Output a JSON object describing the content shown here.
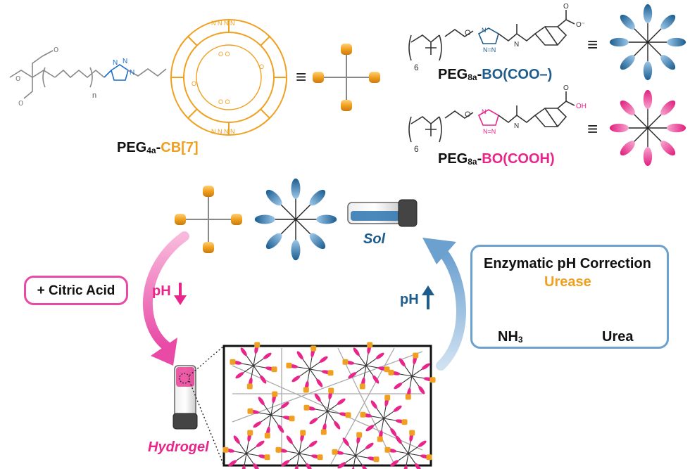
{
  "molecules": {
    "peg4a": {
      "name_prefix": "PEG",
      "name_sub": "4a",
      "name_dash": "-",
      "name_suffix": "CB[7]",
      "repeat_label": "n"
    },
    "peg8a_coo": {
      "name_prefix": "PEG",
      "name_sub": "8a",
      "name_dash": "-",
      "name_suffix": "BO(COO–)",
      "repeat_label": "6"
    },
    "peg8a_cooh": {
      "name_prefix": "PEG",
      "name_sub": "8a",
      "name_dash": "-",
      "name_suffix": "BO(COOH)",
      "repeat_label": "6"
    }
  },
  "symbols": {
    "equivalent": "≡"
  },
  "states": {
    "sol": "Sol",
    "hydrogel": "Hydrogel"
  },
  "trigger": {
    "label": "+ Citric Acid"
  },
  "ph_labels": {
    "down": "pH",
    "up": "pH"
  },
  "enzymatic_box": {
    "title": "Enzymatic pH Correction",
    "enzyme": "Urease",
    "product": "NH",
    "product_sub": "3",
    "substrate": "Urea"
  },
  "colors": {
    "cb7": "#f0a020",
    "bo_coo": "#1e5c8c",
    "bo_cooh": "#e8258a",
    "arrow_pink": "#e84aa6",
    "arrow_blue": "#6ba0cf",
    "urease": "#d9743f"
  }
}
